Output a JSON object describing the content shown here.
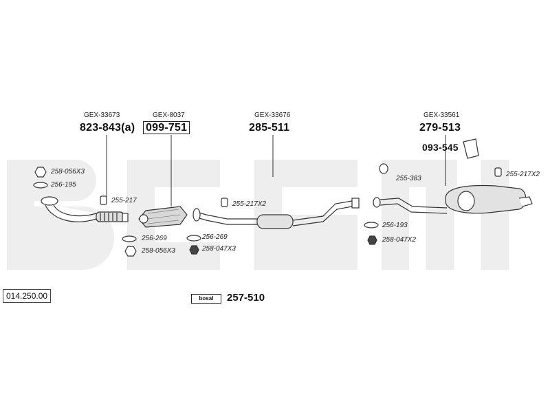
{
  "reference": "014.250.00",
  "brand_logo": "bosal",
  "mounting_kit": "257-510",
  "groups": [
    {
      "gex": "GEX-33673",
      "part_number": "823-843(a)"
    },
    {
      "gex": "GEX-8037",
      "part_number": "099-751"
    },
    {
      "gex": "GEX-33676",
      "part_number": "285-511"
    },
    {
      "gex": "GEX-33561",
      "part_number": "279-513"
    }
  ],
  "extra_part": "093-545",
  "small_parts": [
    "258-056X3",
    "256-195",
    "255-217",
    "256-269",
    "258-056X3",
    "255-217X2",
    "256-269",
    "258-047X3",
    "255-383",
    "256-193",
    "258-047X2",
    "255-217X2"
  ],
  "colors": {
    "watermark": "#eeeeee",
    "line": "#333333"
  }
}
